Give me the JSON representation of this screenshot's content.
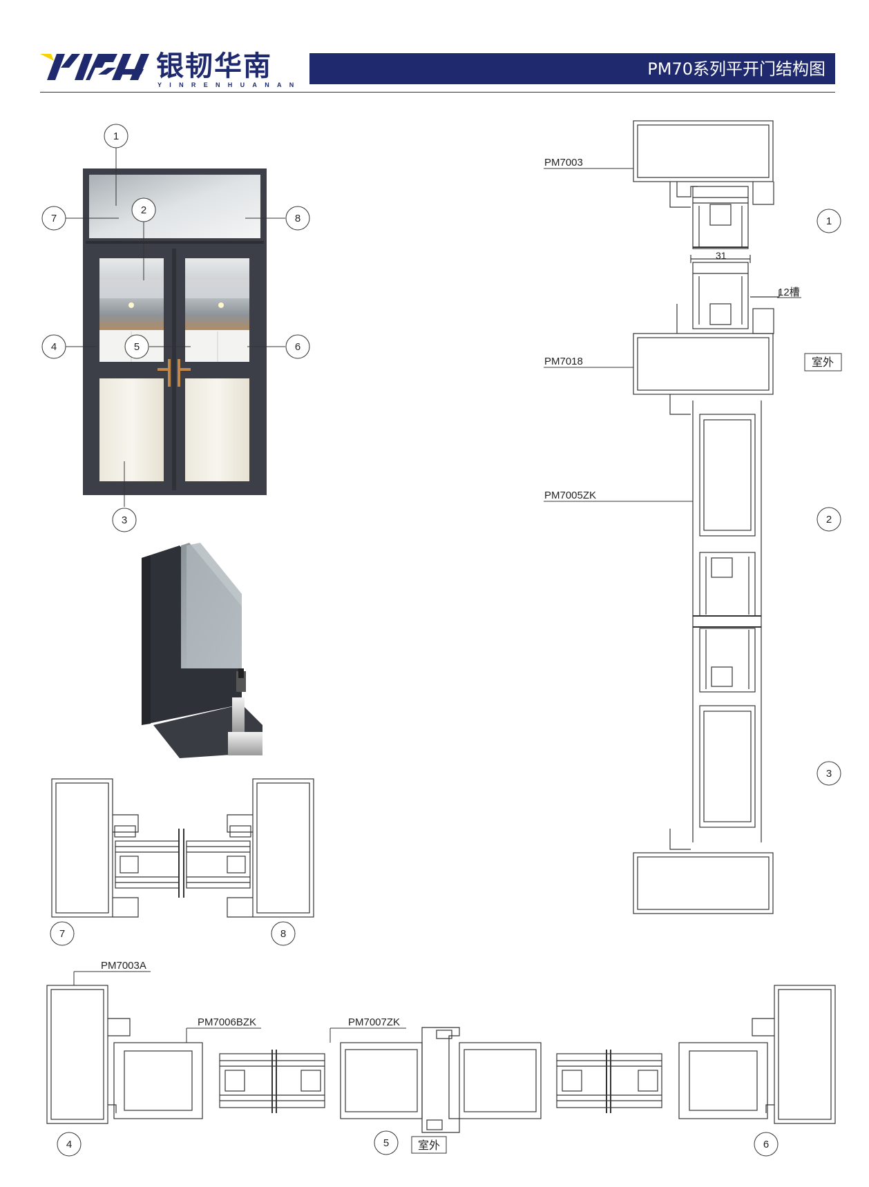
{
  "header": {
    "brand_cn": "银韧华南",
    "brand_en": "YINRENHUANAN",
    "title": "PM70系列平开门结构图",
    "colors": {
      "navy": "#1f2a6e",
      "accent_yellow": "#f7d200"
    }
  },
  "door_callouts": [
    "1",
    "2",
    "3",
    "4",
    "5",
    "6",
    "7",
    "8"
  ],
  "vertical_section": {
    "callouts": [
      "1",
      "2",
      "3"
    ],
    "labels": {
      "top_frame": "PM7003",
      "transom": "PM7018",
      "sash": "PM7005ZK"
    },
    "dimension": "31",
    "slot": "12槽",
    "outside": "室外"
  },
  "middle_section": {
    "callouts": [
      "7",
      "8"
    ]
  },
  "horizontal_section": {
    "callouts": [
      "4",
      "5",
      "6"
    ],
    "labels": {
      "side_frame": "PM7003A",
      "sash": "PM7006BZK",
      "middle": "PM7007ZK"
    },
    "outside": "室外"
  }
}
